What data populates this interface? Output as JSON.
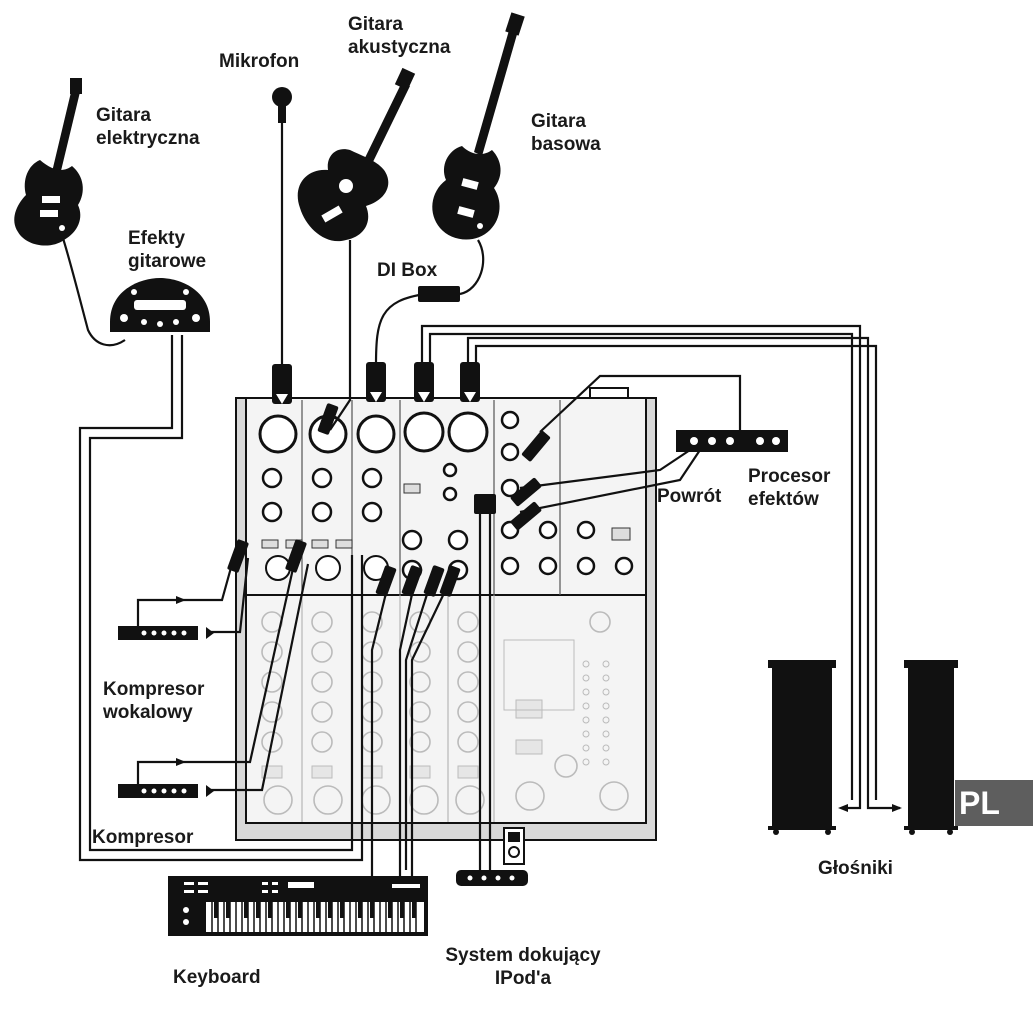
{
  "labels": {
    "electric_guitar": [
      "Gitara",
      "elektryczna"
    ],
    "microphone": "Mikrofon",
    "acoustic_guitar": [
      "Gitara",
      "akustyczna"
    ],
    "bass_guitar": [
      "Gitara",
      "basowa"
    ],
    "guitar_effects": [
      "Efekty",
      "gitarowe"
    ],
    "di_box": "DI Box",
    "effects_processor": [
      "Procesor",
      "efektów"
    ],
    "return": "Powrót",
    "vocal_compressor": [
      "Kompresor",
      "wokalowy"
    ],
    "compressor": "Kompresor",
    "speakers": "Głośniki",
    "keyboard": "Keyboard",
    "ipod_dock": [
      "System dokujący",
      "IPod'a"
    ]
  },
  "language_badge": "PL",
  "colors": {
    "ink": "#111111",
    "mixer_panel": "#f2f2f2",
    "badge": "#5e5e5e"
  }
}
